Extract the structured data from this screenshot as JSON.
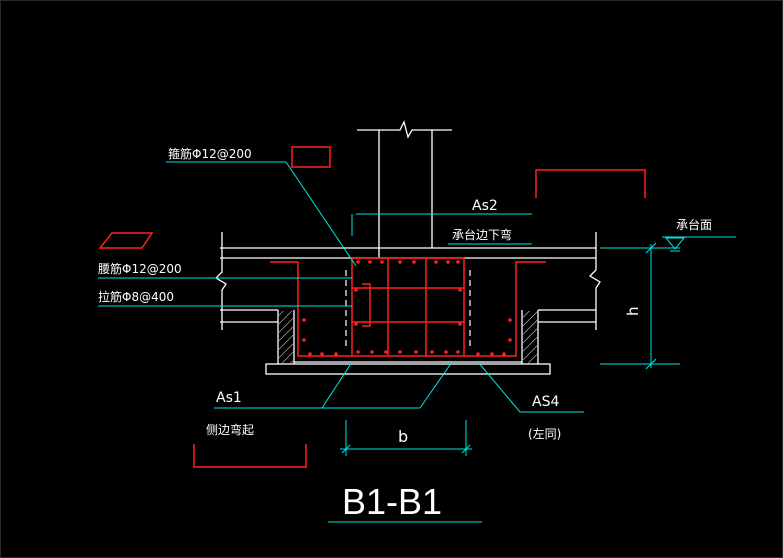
{
  "drawing": {
    "title": "B1-B1",
    "colors": {
      "background": "#000000",
      "outline": "#ffffff",
      "rebar": "#ff2020",
      "leader": "#00e5e5"
    },
    "labels": {
      "stirrup": "箍筋Φ12@200",
      "waist_bar": "腰筋Φ12@200",
      "tie_bar": "拉筋Φ8@400",
      "as2": "As2",
      "as2_note": "承台边下弯",
      "cap_face": "承台面",
      "h": "h",
      "as1": "As1",
      "as1_note": "侧边弯起",
      "b": "b",
      "as4": "AS4",
      "as4_note": "(左同)"
    }
  }
}
